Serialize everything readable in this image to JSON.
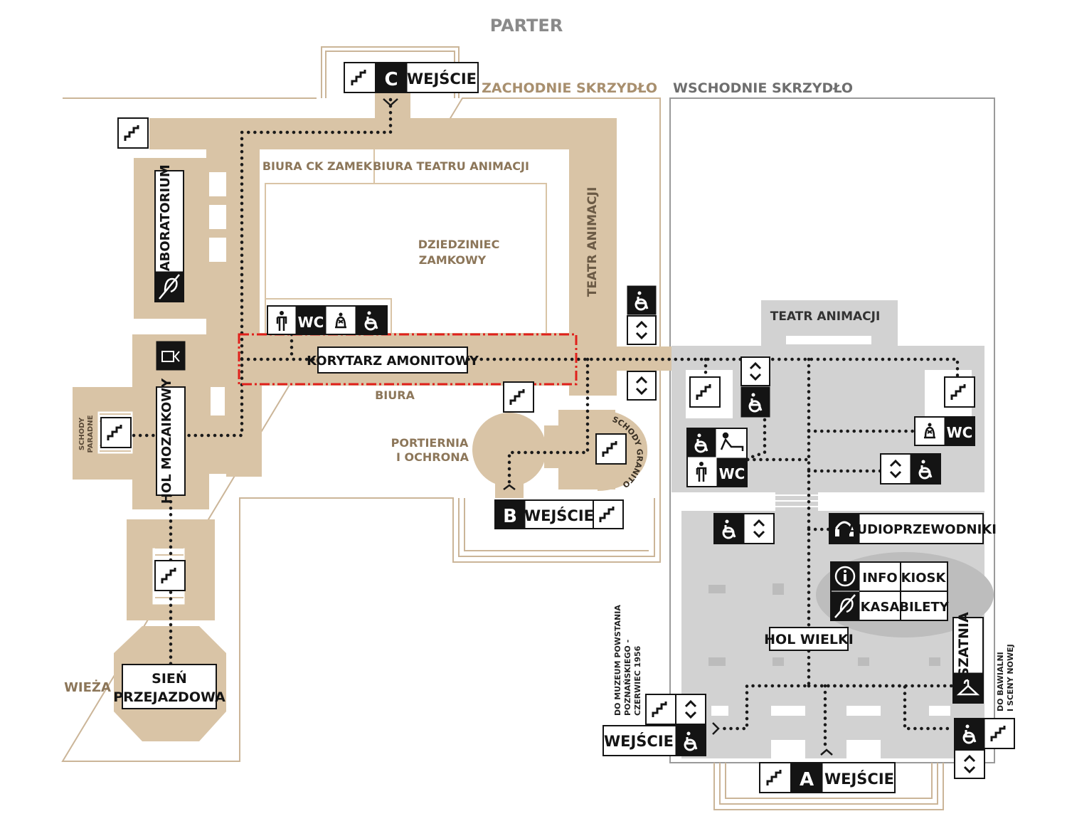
{
  "title": "PARTER",
  "colors": {
    "west_wing": "#d9c4a6",
    "east_wing": "#d2d2d2",
    "outline_brown": "#cbb598",
    "outline_grey": "#9a9a9a",
    "label_brown": "#8c7659",
    "label_grey": "#5e5e5e",
    "highlight": "#e0201b",
    "dark": "#141414"
  },
  "wings": {
    "west": "ZACHODNIE SKRZYDŁO",
    "east": "WSCHODNIE SKRZYDŁO"
  },
  "rooms": {
    "biura_ck_zamek": "BIURA CK ZAMEK",
    "biura_teatru": "BIURA TEATRU ANIMACJI",
    "dziedziniec_1": "DZIEDZINIEC",
    "dziedziniec_2": "ZAMKOWY",
    "teatr_animacji_west": "TEATR ANIMACJI",
    "teatr_animacji_east": "TEATR ANIMACJI",
    "biura": "BIURA",
    "portiernia_1": "PORTIERNIA",
    "portiernia_2": "I OCHRONA",
    "schody_paradne_1": "SCHODY",
    "schody_paradne_2": "PARADNE",
    "schody_granitowe": "SCHODY GRANITOWE",
    "wieza": "WIEŻA",
    "laboratorium": "LABORATORIUM",
    "hol_mozaikowy": "HOL MOZAIKOWY",
    "sien_1": "SIEŃ",
    "sien_2": "PRZEJAZDOWA",
    "korytarz": "KORYTARZ AMONITOWY",
    "hol_wielki": "HOL WIELKI",
    "szatnia": "SZATNIA",
    "audio": "AUDIOPRZEWODNIKI",
    "info": "INFO",
    "kiosk": "KIOSK",
    "kasa": "KASA",
    "bilety": "BILETY",
    "wc": "WC",
    "museum_1": "DO MUZEUM POWSTANIA",
    "museum_2": "POZNAŃSKIEGO -",
    "museum_3": "CZERWIEC 1956",
    "bawialni_1": "DO BAWIALNI",
    "bawialni_2": "I SCENY NOWEJ"
  },
  "entrances": {
    "c": {
      "letter": "C",
      "label": "WEJŚCIE"
    },
    "b": {
      "letter": "B",
      "label": "WEJŚCIE"
    },
    "a": {
      "letter": "A",
      "label": "WEJŚCIE"
    },
    "side": {
      "label": "WEJŚCIE"
    }
  }
}
